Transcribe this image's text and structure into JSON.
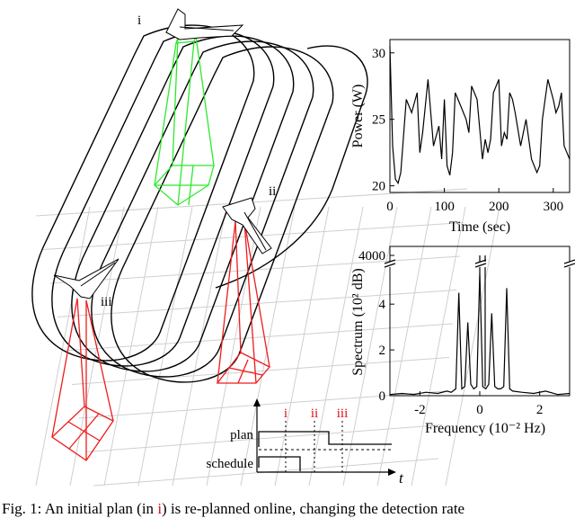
{
  "caption": {
    "prefix": "Fig. 1: An initial plan (in ",
    "ref": "i",
    "suffix": ") is re-planned online, changing the detection rate"
  },
  "scene": {
    "uav_labels": [
      "i",
      "ii",
      "iii"
    ],
    "colors": {
      "initial_coverage": "#2ee82e",
      "replanned_coverage": "#ee1c1c",
      "grid": "#c8c8c8"
    }
  },
  "timeline": {
    "rows": [
      "plan",
      "schedule"
    ],
    "markers": [
      "i",
      "ii",
      "iii"
    ],
    "axis_label": "t",
    "marker_color": "#e01010"
  },
  "chart_data": [
    {
      "type": "line",
      "xlabel": "Time (sec)",
      "ylabel": "Power (W)",
      "xlim": [
        0,
        330
      ],
      "ylim": [
        19.5,
        31
      ],
      "xticks": [
        0,
        100,
        200,
        300
      ],
      "yticks": [
        20,
        25,
        30
      ],
      "series": [
        {
          "x": [
            0,
            5,
            10,
            15,
            20,
            30,
            40,
            50,
            55,
            60,
            70,
            80,
            90,
            95,
            100,
            105,
            110,
            115,
            120,
            130,
            140,
            145,
            150,
            160,
            170,
            175,
            180,
            185,
            190,
            200,
            205,
            210,
            215,
            220,
            225,
            230,
            240,
            245,
            250,
            260,
            270,
            275,
            280,
            290,
            300,
            305,
            310,
            315,
            320,
            330
          ],
          "y": [
            30.5,
            23,
            20.5,
            20.2,
            21,
            26.5,
            25.5,
            27,
            22.5,
            24,
            28,
            23,
            24.5,
            22,
            26.5,
            21.5,
            20.8,
            22.5,
            27,
            26,
            25,
            24,
            27.5,
            26.5,
            22,
            23.5,
            22.5,
            23.5,
            27,
            28,
            23,
            24,
            23.5,
            27,
            26.5,
            25.5,
            23,
            24,
            25,
            22,
            21,
            21.5,
            25,
            28,
            26.5,
            25.5,
            26,
            27,
            23,
            22
          ]
        }
      ]
    },
    {
      "type": "line",
      "xlabel": "Frequency (10⁻² Hz)",
      "ylabel": "Spectrum (10² dB)",
      "xlim": [
        -3,
        3
      ],
      "ylim": [
        0,
        4000
      ],
      "xticks": [
        -2,
        0,
        2
      ],
      "yticks": [
        0,
        2,
        4,
        4000
      ],
      "axis_break": true,
      "series": [
        {
          "x": [
            -3,
            -2.6,
            -2.2,
            -1.8,
            -1.4,
            -1.1,
            -0.95,
            -0.8,
            -0.7,
            -0.6,
            -0.5,
            -0.4,
            -0.3,
            -0.2,
            -0.1,
            0,
            0.1,
            0.2,
            0.3,
            0.4,
            0.5,
            0.6,
            0.7,
            0.8,
            0.9,
            1.0,
            1.1,
            1.4,
            1.8,
            2.2,
            2.6,
            3
          ],
          "y": [
            0.05,
            0.1,
            0.05,
            0.15,
            0.1,
            0.2,
            0.15,
            0.3,
            4.5,
            0.3,
            0.4,
            3.2,
            0.5,
            0.3,
            0.4,
            5.4,
            0.4,
            0.3,
            0.5,
            3.6,
            0.4,
            0.3,
            0.3,
            0.4,
            4.7,
            0.3,
            0.2,
            0.15,
            0.1,
            0.2,
            0.05,
            0.1
          ]
        }
      ]
    }
  ]
}
